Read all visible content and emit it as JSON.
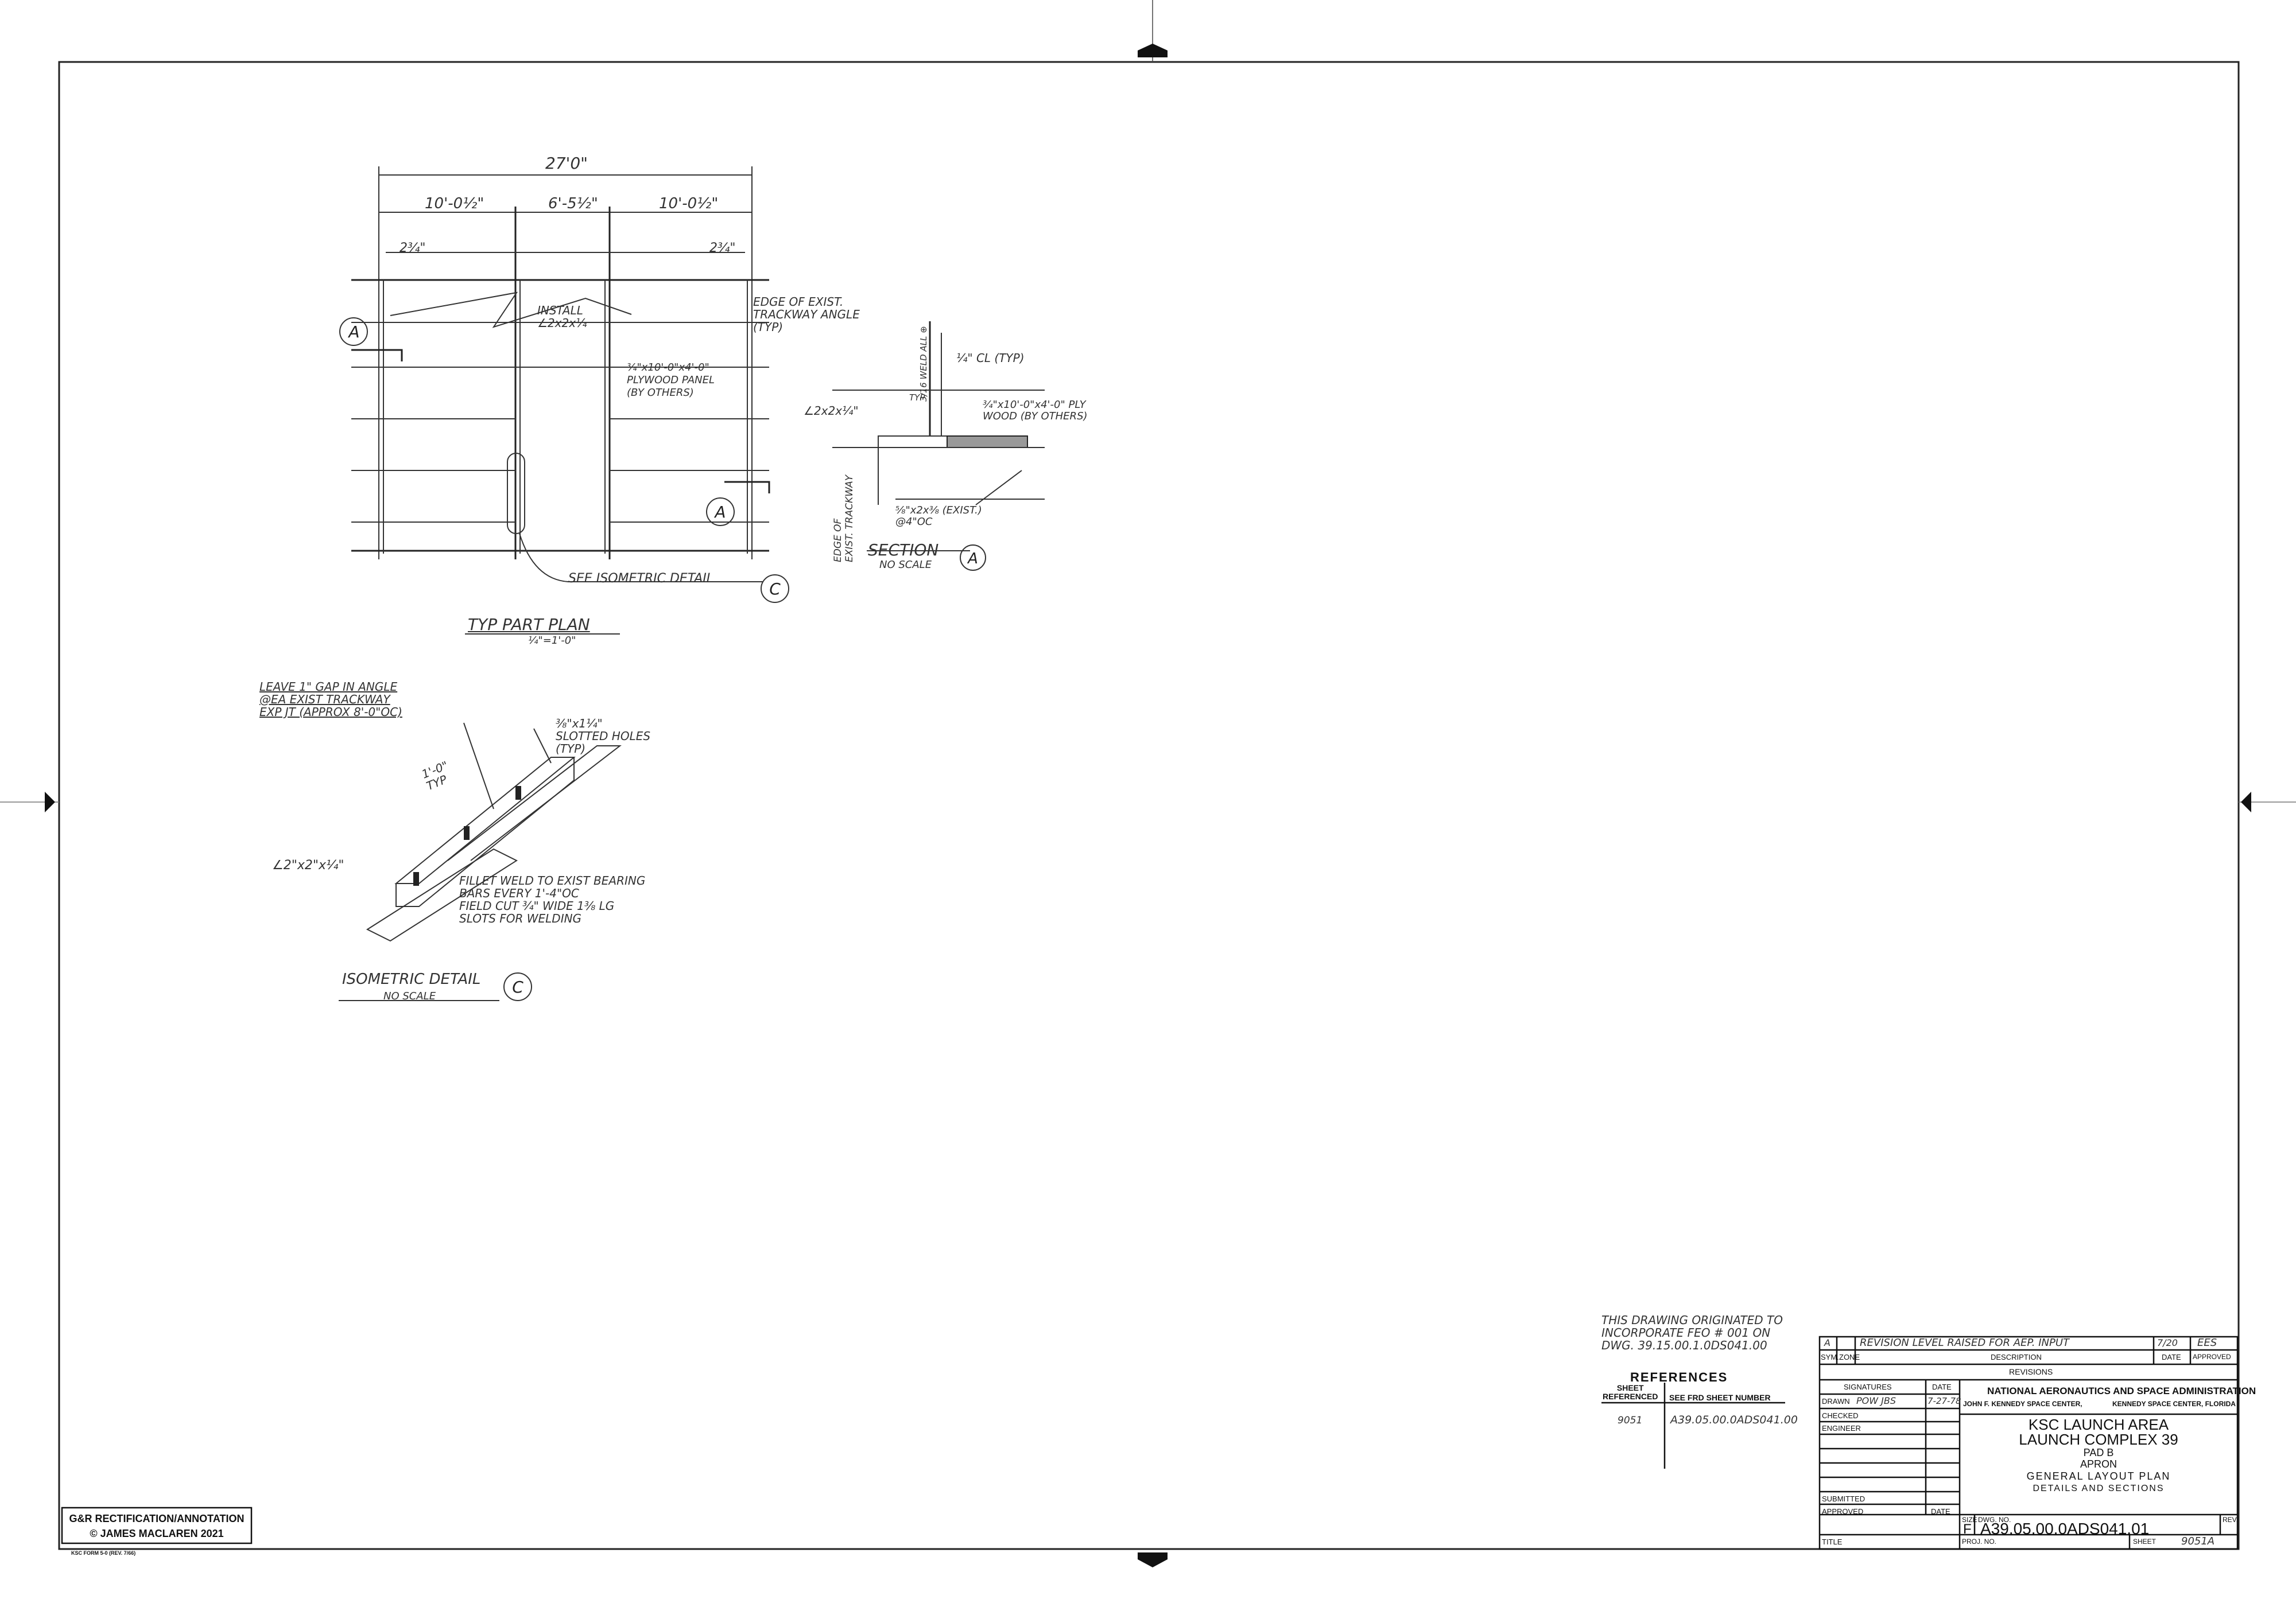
{
  "notes": {
    "originated": [
      "THIS DRAWING ORIGINATED TO",
      "INCORPORATE FEO # 001 ON",
      "DWG. 39.15.00.1.0DS041.00"
    ]
  },
  "references": {
    "heading": "REFERENCES",
    "col1": [
      "SHEET",
      "REFERENCED"
    ],
    "col2": "SEE FRD SHEET NUMBER",
    "rows": [
      {
        "sheet": "9051",
        "number": "A39.05.00.0ADS041.00"
      }
    ]
  },
  "revisions": {
    "row": {
      "sym": "A",
      "description": "REVISION LEVEL RAISED FOR AEP. INPUT",
      "date": "7/20",
      "approved": "EES"
    },
    "headers": {
      "sym": "SYM.",
      "zone": "ZONE",
      "description": "DESCRIPTION",
      "date": "DATE",
      "approved": "APPROVED"
    },
    "title": "REVISIONS"
  },
  "signatures": {
    "headers": {
      "signatures": "SIGNATURES",
      "date": "DATE"
    },
    "rows": [
      {
        "label": "DRAWN",
        "value": "POW  JBS",
        "date": "7-27-78"
      },
      {
        "label": "CHECKED",
        "value": "",
        "date": ""
      },
      {
        "label": "ENGINEER",
        "value": "",
        "date": ""
      }
    ],
    "submitted": "SUBMITTED",
    "approved": "APPROVED",
    "approved_date": "DATE",
    "title_label": "TITLE"
  },
  "agency": {
    "name": "NATIONAL AERONAUTICS AND SPACE ADMINISTRATION",
    "center_left": "JOHN F. KENNEDY SPACE CENTER,",
    "center_right": "KENNEDY SPACE CENTER, FLORIDA"
  },
  "drawing_title": {
    "line1": "KSC LAUNCH AREA",
    "line2": "LAUNCH COMPLEX 39",
    "line3": "PAD B",
    "line4": "APRON",
    "line5": "GENERAL LAYOUT PLAN",
    "line6": "DETAILS AND SECTIONS"
  },
  "dwg": {
    "size_label": "SIZE",
    "size": "F",
    "no_label": "DWG. NO.",
    "number": "A39.05.00.0ADS041.01",
    "rev_label": "REV.",
    "proj_label": "PROJ. NO.",
    "sheet_label": "SHEET",
    "sheet": "9051A"
  },
  "stamp": {
    "line1": "G&R RECTIFICATION/ANNOTATION",
    "line2": "© JAMES MACLAREN 2021"
  },
  "form_no": "KSC FORM 5-0 (REV. 7/66)",
  "plan": {
    "overall_dim": "27'0\"",
    "dim_left": "10'-0½\"",
    "dim_mid": "6'-5½\"",
    "dim_right": "10'-0½\"",
    "edge_left": "2¾\"",
    "edge_right": "2¾\"",
    "install": [
      "INSTALL",
      "∠2x2x¼"
    ],
    "edge_note": [
      "EDGE OF EXIST.",
      "TRACKWAY ANGLE",
      "(TYP)"
    ],
    "panel_note": [
      "¾\"x10'-0\"x4'-0\"",
      "PLYWOOD PANEL",
      "(BY OTHERS)"
    ],
    "see_iso": "SEE ISOMETRIC DETAIL",
    "callout_a": "A",
    "callout_c": "C",
    "title": "TYP PART PLAN",
    "scale": "¼\"=1'-0\""
  },
  "section": {
    "cl_note": "¼\" CL (TYP)",
    "angle": "∠2x2x¼\"",
    "ply_note": [
      "¾\"x10'-0\"x4'-0\" PLY",
      "WOOD (BY OTHERS)"
    ],
    "bearing": [
      "⅝\"x2x⅜ (EXIST.)",
      "@4\"OC"
    ],
    "edge": [
      "EDGE OF",
      "EXIST. TRACKWAY"
    ],
    "weld": "3/16 WELD ALL ⊕",
    "typ": "TYP",
    "title": "SECTION",
    "scale": "NO SCALE",
    "callout": "A"
  },
  "iso": {
    "leave_gap": [
      "LEAVE 1\" GAP IN ANGLE",
      "@EA EXIST TRACKWAY",
      "EXP JT (APPROX 8'-0\"OC)"
    ],
    "spacing": [
      "1'-0\"",
      "TYP"
    ],
    "slotted": [
      "⅜\"x1¼\"",
      "SLOTTED HOLES",
      "(TYP)"
    ],
    "angle": "∠2\"x2\"x¼\"",
    "fillet": [
      "FILLET WELD TO EXIST BEARING",
      "BARS EVERY 1'-4\"OC",
      "FIELD CUT ¾\" WIDE 1⅜ LG",
      "SLOTS FOR WELDING"
    ],
    "title": "ISOMETRIC DETAIL",
    "scale": "NO SCALE",
    "callout": "C"
  }
}
